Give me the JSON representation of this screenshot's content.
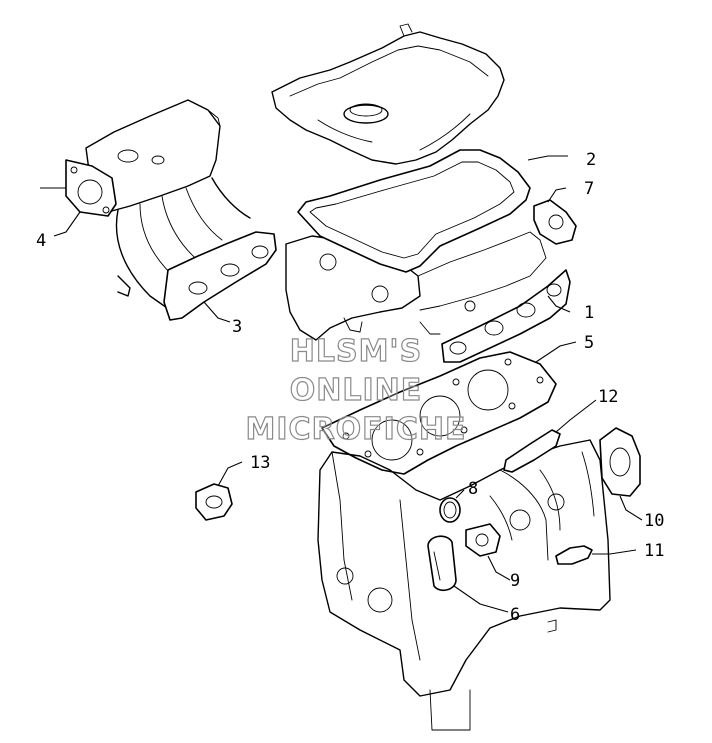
{
  "watermark": {
    "line1": "HLSM'S",
    "line2": "ONLINE",
    "line3": "MICROFICHE"
  },
  "callouts": {
    "c1": "1",
    "c2": "2",
    "c3": "3",
    "c4": "4",
    "c5": "5",
    "c6": "6",
    "c7": "7",
    "c8": "8",
    "c9": "9",
    "c10": "10",
    "c11": "11",
    "c12": "12",
    "c13": "13"
  },
  "colors": {
    "line": "#000000",
    "background": "#ffffff",
    "watermark": "#8a8a8a"
  }
}
